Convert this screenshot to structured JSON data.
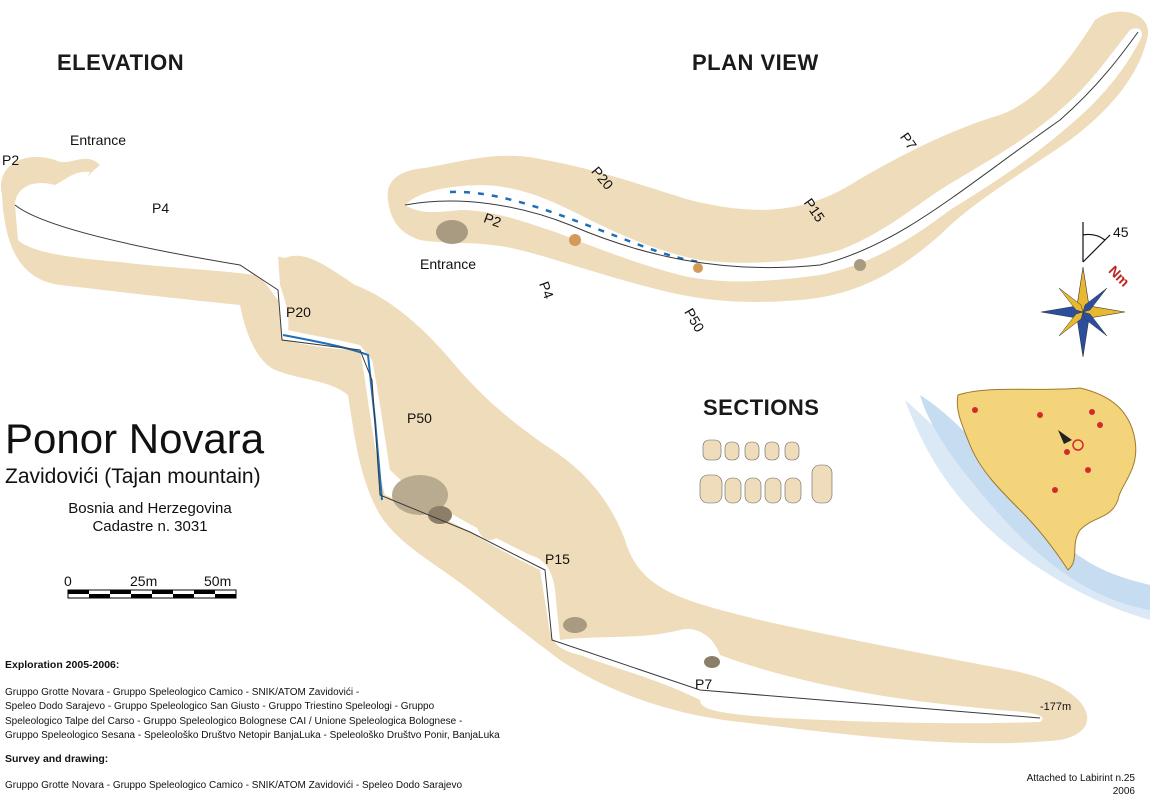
{
  "headings": {
    "elevation": "ELEVATION",
    "plan_view": "PLAN VIEW",
    "sections": "SECTIONS"
  },
  "title": {
    "name": "Ponor Novara",
    "location": "Zavidovići (Tajan mountain)",
    "country": "Bosnia and Herzegovina",
    "cadastre": "Cadastre n. 3031"
  },
  "scale_bar": {
    "labels": [
      "0",
      "25m",
      "50m"
    ]
  },
  "elevation_labels": {
    "entrance": "Entrance",
    "p2": "P2",
    "p4": "P4",
    "p20": "P20",
    "p50": "P50",
    "p15": "P15",
    "p7": "P7",
    "depth": "-177m"
  },
  "plan_labels": {
    "entrance": "Entrance",
    "p2": "P2",
    "p4": "P4",
    "p20": "P20",
    "p50": "P50",
    "p15": "P15",
    "p7": "P7"
  },
  "compass": {
    "angle": "45",
    "north_label": "Nm"
  },
  "credits": {
    "exploration_title": "Exploration 2005-2006:",
    "exploration_lines": [
      "Gruppo Grotte Novara - Gruppo Speleologico Camico - SNIK/ATOM Zavidovići -",
      "Speleo Dodo Sarajevo - Gruppo Speleologico San Giusto - Gruppo Triestino Speleologi - Gruppo",
      "Speleologico Talpe del Carso - Gruppo Speleologico Bolognese CAI / Unione Speleologica Bolognese -",
      "Gruppo Speleologico Sesana - Speleološko Društvo Netopir BanjaLuka - Speleološko Društvo Ponir, BanjaLuka"
    ],
    "survey_title": "Survey and drawing:",
    "survey_line": "Gruppo Grotte Novara - Gruppo Speleologico Camico - SNIK/ATOM Zavidovići - Speleo Dodo Sarajevo"
  },
  "footer": {
    "line1": "Attached to Labirint n.25",
    "line2": "2006"
  },
  "colors": {
    "halo": "#efdcba",
    "water": "#1e6fb8",
    "sea": "#dbe9f6",
    "country": "#f3d47b",
    "city": "#d32b2b",
    "compass_gold": "#e8b830",
    "compass_blue": "#2b4f9e",
    "north_red": "#c0231e"
  }
}
